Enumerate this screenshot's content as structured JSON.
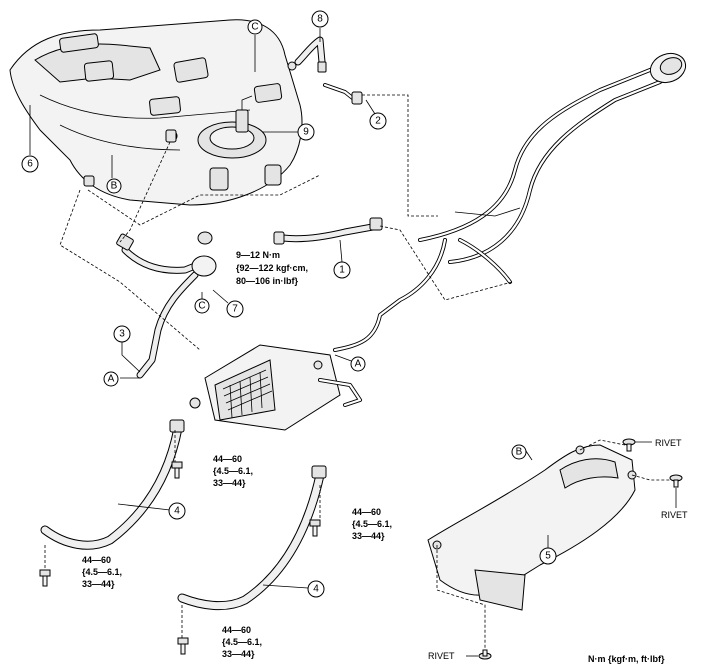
{
  "callouts": {
    "c1": "1",
    "c2": "2",
    "c3": "3",
    "c4a": "4",
    "c4b": "4",
    "c5": "5",
    "c6": "6",
    "c7": "7",
    "c8": "8",
    "c9": "9"
  },
  "refs": {
    "A_top": "A",
    "A_bottom": "A",
    "B_tank": "B",
    "B_cover": "B",
    "C_top": "C",
    "C_bottom": "C"
  },
  "torque_7": {
    "line1": "9—12 N·m",
    "line2": "{92—122 kgf·cm,",
    "line3": "80—106 in·lbf}"
  },
  "torque_strap_a": {
    "line1": "44—60",
    "line2": "{4.5—6.1,",
    "line3": "33—44}"
  },
  "torque_strap_b": {
    "line1": "44—60",
    "line2": "{4.5—6.1,",
    "line3": "33—44}"
  },
  "torque_strap_c": {
    "line1": "44—60",
    "line2": "{4.5—6.1,",
    "line3": "33—44}"
  },
  "torque_strap_d": {
    "line1": "44—60",
    "line2": "{4.5—6.1,",
    "line3": "33—44}"
  },
  "rivets": {
    "r1": "RIVET",
    "r2": "RIVET",
    "r3": "RIVET"
  },
  "units_note": "N·m {kgf·m, ft·lbf}"
}
